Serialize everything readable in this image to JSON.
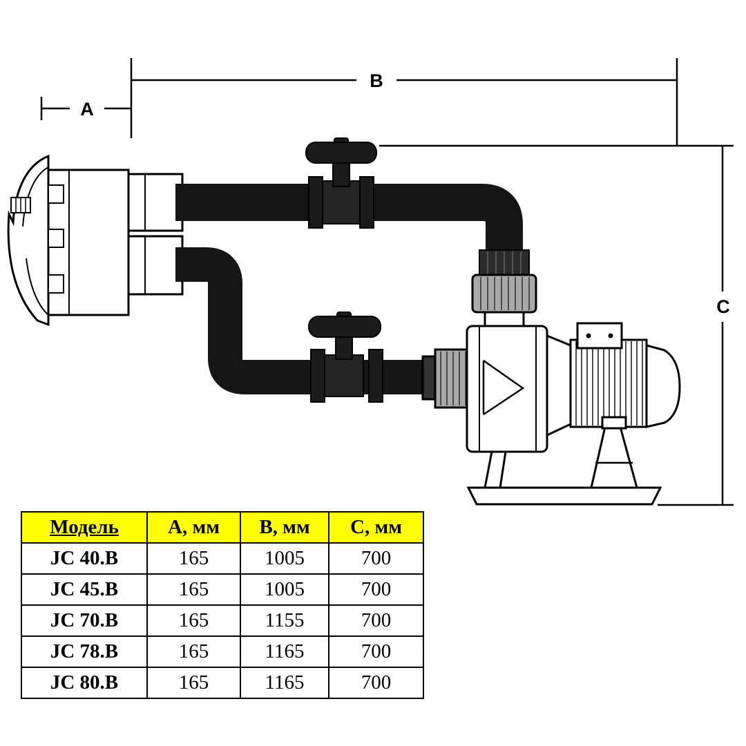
{
  "diagram": {
    "dim_labels": {
      "a": "A",
      "b": "B",
      "c": "C"
    }
  },
  "table": {
    "headers": [
      "Модель",
      "А, мм",
      "В, мм",
      "С, мм"
    ],
    "rows": [
      {
        "model": "JC 40.B",
        "a": "165",
        "b": "1005",
        "c": "700"
      },
      {
        "model": "JC 45.B",
        "a": "165",
        "b": "1005",
        "c": "700"
      },
      {
        "model": "JC 70.B",
        "a": "165",
        "b": "1155",
        "c": "700"
      },
      {
        "model": "JC 78.B",
        "a": "165",
        "b": "1165",
        "c": "700"
      },
      {
        "model": "JC 80.B",
        "a": "165",
        "b": "1165",
        "c": "700"
      }
    ]
  },
  "colors": {
    "header_bg": "#ffff00",
    "pipe": "#151515",
    "coupling": "#a9a9a9",
    "outline": "#000000"
  }
}
